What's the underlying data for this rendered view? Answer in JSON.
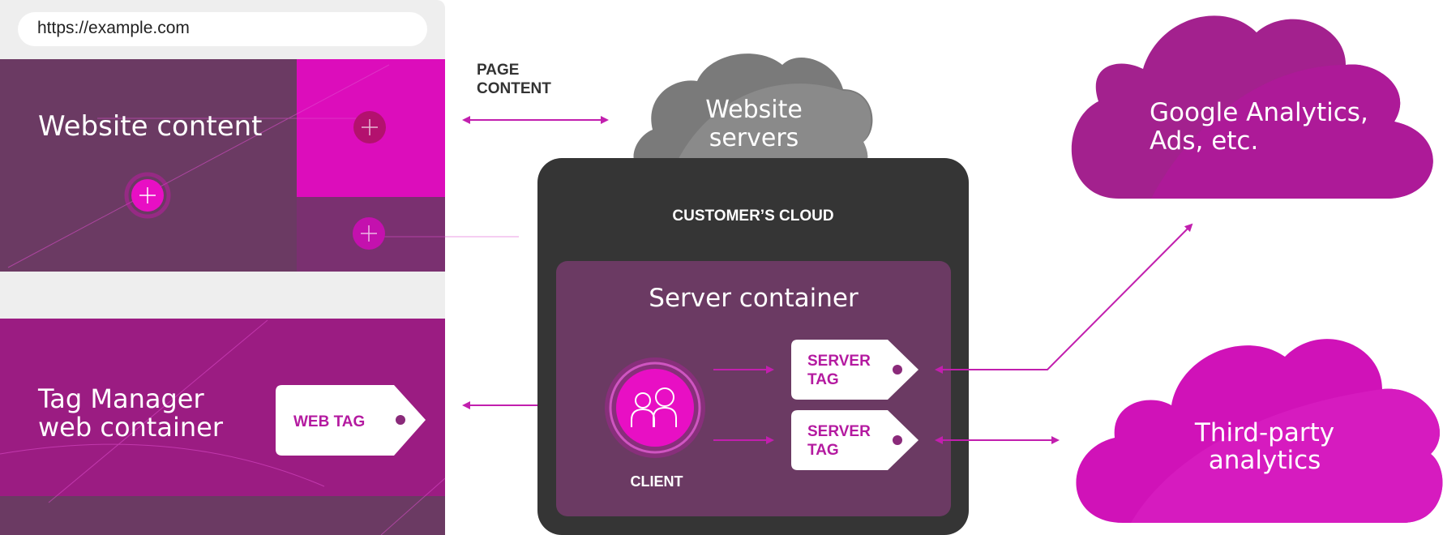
{
  "browser": {
    "url": "https://example.com",
    "website_content_label": "Website content",
    "gtm_label": "Tag Manager\nweb container",
    "web_tag_label": "WEB TAG"
  },
  "page_content_label": "PAGE\nCONTENT",
  "website_servers_label": "Website\nservers",
  "customers_cloud": {
    "label": "CUSTOMER’S CLOUD",
    "server_container_label": "Server container",
    "client_label": "CLIENT",
    "server_tags": [
      "SERVER\nTAG",
      "SERVER\nTAG"
    ]
  },
  "destinations": {
    "google_label": "Google Analytics,\nAds, etc.",
    "third_party_label": "Third-party\nanalytics"
  },
  "colors": {
    "magenta": "#dc0dbb",
    "plum": "#6b3a63",
    "dark": "#353535",
    "arrow": "#c21fae"
  }
}
